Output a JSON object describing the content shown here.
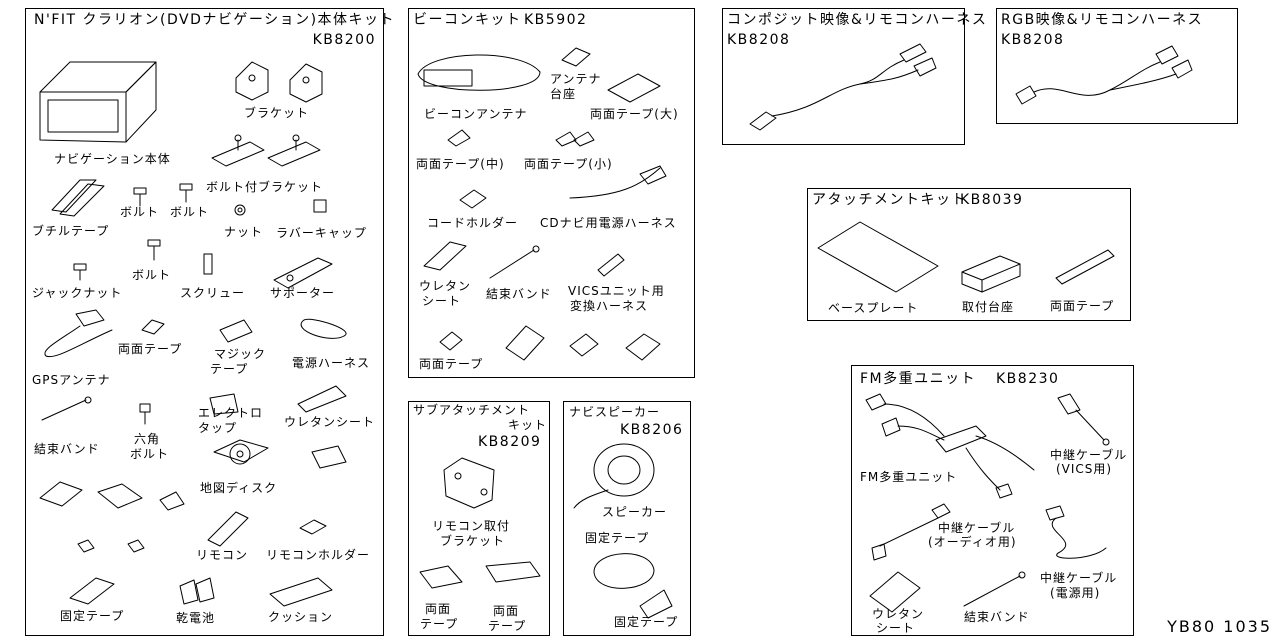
{
  "kits": {
    "main": {
      "title": "N'FIT クラリオン(DVDナビゲーション)本体キット",
      "code": "KB8200",
      "parts": {
        "navi_unit": "ナビゲーション本体",
        "bracket": "ブラケット",
        "bolt_bracket": "ボルト付ブラケット",
        "butyl_tape": "ブチルテープ",
        "bolt_a": "ボルト",
        "bolt_b": "ボルト",
        "nut": "ナット",
        "rubber_cap": "ラバーキャップ",
        "bolt_c": "ボルト",
        "jack_nut": "ジャックナット",
        "screw": "スクリュー",
        "supporter": "サポーター",
        "double_tape": "両面テープ",
        "magic_tape_1": "マジック",
        "magic_tape_2": "テープ",
        "power_harness": "電源ハーネス",
        "gps_antenna": "GPSアンテナ",
        "cable_tie": "結束バンド",
        "hex_bolt_1": "六角",
        "hex_bolt_2": "ボルト",
        "electro_tab_1": "エレクトロ",
        "electro_tab_2": "タップ",
        "urethane_sheet": "ウレタンシート",
        "map_disc": "地図ディスク",
        "remote": "リモコン",
        "remote_holder": "リモコンホルダー",
        "fixing_tape": "固定テープ",
        "battery": "乾電池",
        "cushion": "クッション"
      }
    },
    "beacon": {
      "title": "ビーコンキット",
      "code": "KB5902",
      "parts": {
        "antenna_base_1": "アンテナ",
        "antenna_base_2": "台座",
        "beacon_antenna": "ビーコンアンテナ",
        "double_tape_large": "両面テープ(大)",
        "double_tape_mid": "両面テープ(中)",
        "double_tape_small": "両面テープ(小)",
        "cord_holder": "コードホルダー",
        "cd_power_harness": "CDナビ用電源ハーネス",
        "urethane_1": "ウレタン",
        "urethane_2": "シート",
        "cable_tie": "結束バンド",
        "vics_harness_1": "VICSユニット用",
        "vics_harness_2": "変換ハーネス",
        "double_tape": "両面テープ"
      }
    },
    "composite": {
      "title": "コンポジット映像&リモコンハーネス",
      "code": "KB8208"
    },
    "rgb": {
      "title": "RGB映像&リモコンハーネス",
      "code": "KB8208"
    },
    "attach": {
      "title": "アタッチメントキット",
      "code": "KB8039",
      "parts": {
        "base_plate": "ベースプレート",
        "mount_base": "取付台座",
        "double_tape": "両面テープ"
      }
    },
    "fm": {
      "title": "FM多重ユニット",
      "code": "KB8230",
      "parts": {
        "fm_unit": "FM多重ユニット",
        "relay_vics_1": "中継ケーブル",
        "relay_vics_2": "(VICS用)",
        "relay_audio_1": "中継ケーブル",
        "relay_audio_2": "(オーディオ用)",
        "relay_power_1": "中継ケーブル",
        "relay_power_2": "(電源用)",
        "urethane_1": "ウレタン",
        "urethane_2": "シート",
        "cable_tie": "結束バンド"
      }
    },
    "sub_attach": {
      "title_1": "サブアタッチメント",
      "title_2": "キット",
      "code": "KB8209",
      "parts": {
        "remote_bracket_1": "リモコン取付",
        "remote_bracket_2": "ブラケット",
        "tape_a_1": "両面",
        "tape_a_2": "テープ",
        "tape_b_1": "両面",
        "tape_b_2": "テープ"
      }
    },
    "speaker": {
      "title": "ナビスピーカー",
      "code": "KB8206",
      "parts": {
        "speaker": "スピーカー",
        "fixing_tape_a": "固定テープ",
        "fixing_tape_b": "固定テープ"
      }
    }
  },
  "diagram_ref": "YB80 1035"
}
